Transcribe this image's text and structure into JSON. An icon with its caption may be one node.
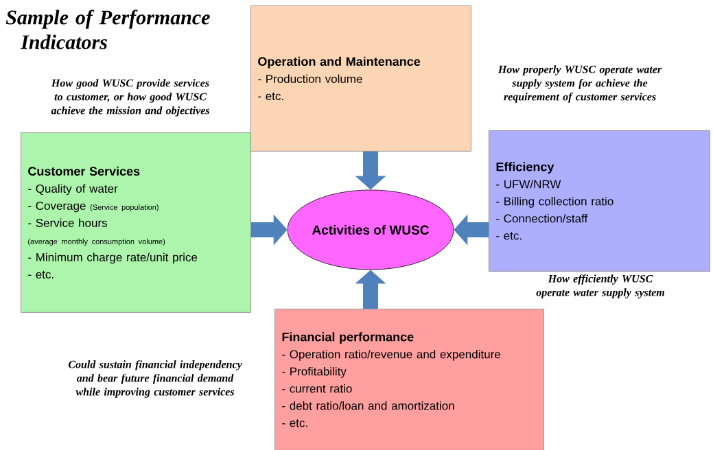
{
  "diagram": {
    "title": "Sample of Performance Indicators",
    "nodes": [
      {
        "text": [
          "Operation and Maintenance",
          "- Production volume",
          "- etc."
        ],
        "beside": [
          "How properly WUSC operate water supply system for achieve the requirement of customer services"
        ]
      },
      {
        "text": [
          "Customer Services",
          "- Quality of water",
          "- Coverage",
          "(Service population)",
          "- Service hours",
          "(average monthly consumption volume)",
          "- Minimum charge rate/unit price",
          "- etc."
        ],
        "beside": [
          "How good WUSC provide services to customer, or how good WUSC achieve the mission and objectives"
        ]
      },
      {
        "text": [
          "Efficiency",
          "- UFW/NRW",
          "- Billing collection ratio",
          "- Connection/staff",
          "- etc."
        ],
        "beside": [
          "How efficiently WUSC operate water supply system"
        ]
      },
      {
        "text": [
          "Activities of WUSC"
        ]
      },
      {
        "text": [
          "Financial performance",
          "- Operation ratio/revenue and expenditure",
          "- Profitability",
          "- current ratio",
          "- debt ratio/loan and amortization",
          "- etc."
        ],
        "beside": [
          "Could sustain financial independency and bear future financial demand while improving customer services"
        ]
      }
    ],
    "edges": [
      {
        "from": 0,
        "to": 3,
        "arrow": "to"
      },
      {
        "from": 1,
        "to": 3,
        "arrow": "to"
      },
      {
        "from": 2,
        "to": 3,
        "arrow": "to"
      },
      {
        "from": 4,
        "to": 3,
        "arrow": "to"
      }
    ]
  }
}
